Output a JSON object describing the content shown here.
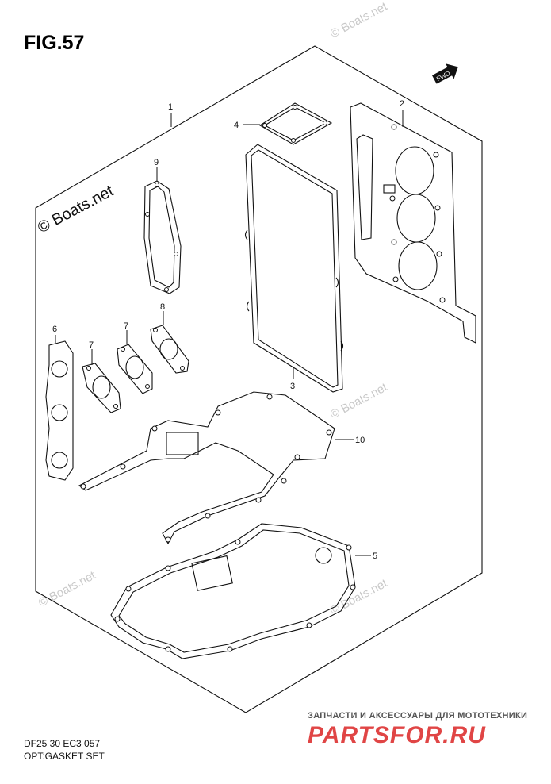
{
  "figure": {
    "title": "FIG.57",
    "fwd_label": "FWD"
  },
  "watermarks": {
    "site": "© Boats.net",
    "main": "© Boats.net"
  },
  "callouts": {
    "c1": "1",
    "c2": "2",
    "c3": "3",
    "c4": "4",
    "c5": "5",
    "c6": "6",
    "c7a": "7",
    "c7b": "7",
    "c8": "8",
    "c9": "9",
    "c10": "10"
  },
  "footer": {
    "code": "DF25 30 EC3  057",
    "name": "OPT:GASKET SET"
  },
  "promo": {
    "tagline": "ЗАПЧАСТИ И АКСЕССУАРЫ ДЛЯ МОТОТЕХНИКИ",
    "brand": "PARTSFOR.RU",
    "brand_color": "#e04545"
  }
}
